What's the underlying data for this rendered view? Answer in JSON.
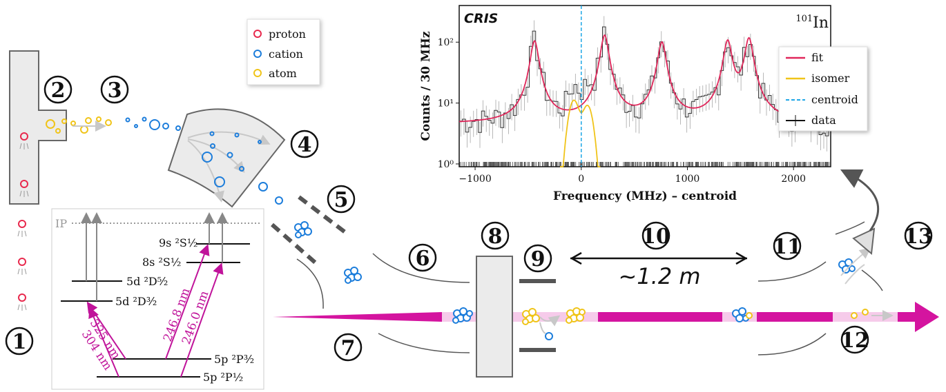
{
  "colors": {
    "proton": "#e8294d",
    "cation": "#1c7ddb",
    "atom": "#f0c419",
    "laser": "#d4149f",
    "fit": "#e0265a",
    "isomer": "#f0c419",
    "centroid": "#1da6e6"
  },
  "legend": {
    "proton": "proton",
    "cation": "cation",
    "atom": "atom"
  },
  "steps": [
    "1",
    "2",
    "3",
    "4",
    "5",
    "6",
    "7",
    "8",
    "9",
    "10",
    "11",
    "12",
    "13"
  ],
  "distance": "~1.2 m",
  "levels": {
    "ip": "IP",
    "s9": "9s ²S½",
    "s8": "8s ²S½",
    "d52": "5d ²D⁵⁄₂",
    "d32": "5d ²D³⁄₂",
    "p32": "5p ²P³⁄₂",
    "p12": "5p ²P½"
  },
  "wavelengths": {
    "w325": "325 nm",
    "w304": "304 nm",
    "w2468": "246.8 nm",
    "w2460": "246.0 nm"
  },
  "chart_data": {
    "type": "line",
    "title": "CRIS",
    "isotope_mass": "101",
    "isotope_symbol": "In",
    "xlabel": "Frequency (MHz) – centroid",
    "ylabel": "Counts / 30 MHz",
    "xlim": [
      -1150,
      2350
    ],
    "ylim": [
      0.9,
      400
    ],
    "yscale": "log",
    "xticks": [
      "−1000",
      "0",
      "1000",
      "2000"
    ],
    "yticks": [
      "10⁰",
      "10¹",
      "10²"
    ],
    "legend": [
      "fit",
      "isomer",
      "centroid",
      "data"
    ],
    "legend_position": "top-right",
    "fit_peaks_x": [
      -440,
      220,
      760,
      1380,
      1580
    ],
    "fit_peaks_y": [
      100,
      125,
      95,
      100,
      110
    ],
    "fit_baseline": 4.5,
    "isomer_peaks_x": [
      -70,
      60
    ],
    "isomer_peaks_y": [
      11,
      9
    ],
    "centroid_x": 0
  }
}
